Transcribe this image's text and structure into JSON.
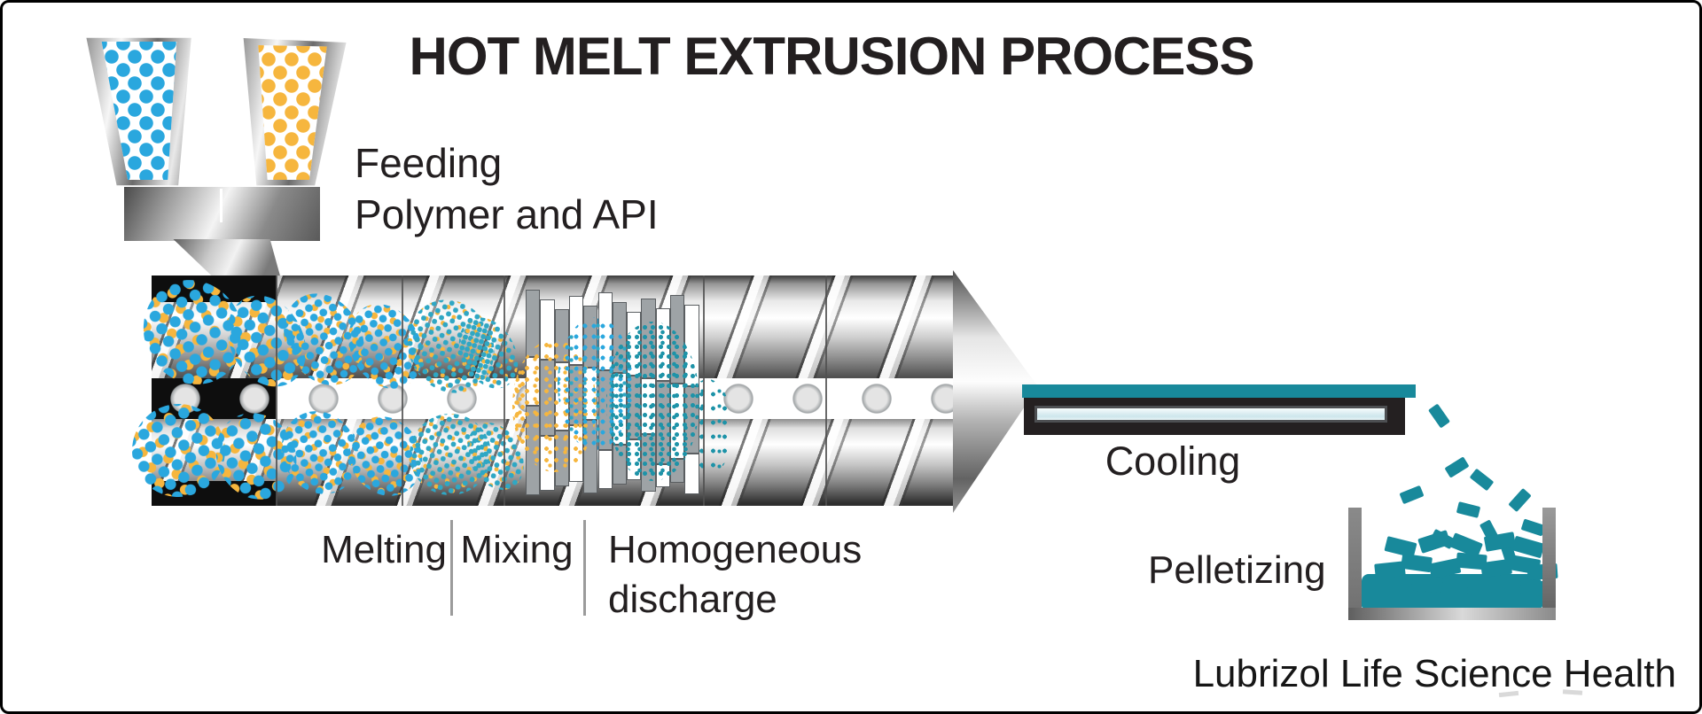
{
  "title": "HOT MELT EXTRUSION PROCESS",
  "stages": {
    "feeding_line1": "Feeding",
    "feeding_line2": "Polymer and API",
    "melting": "Melting",
    "mixing": "Mixing",
    "discharge_line1": "Homogeneous",
    "discharge_line2": "discharge",
    "cooling": "Cooling",
    "pelletizing": "Pelletizing"
  },
  "footer": {
    "brand": "Lubrizol Life Science Health"
  },
  "colors": {
    "polymer_blue": "#2AA7DE",
    "api_yellow": "#F6B63E",
    "melt_teal": "#18899B",
    "belt_black": "#242021",
    "text": "#231F20"
  }
}
